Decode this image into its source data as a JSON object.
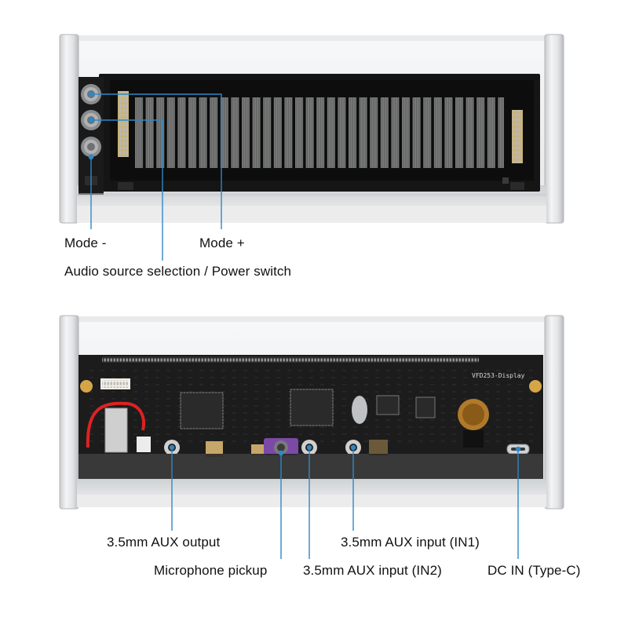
{
  "colors": {
    "callout_line": "#2f88c6",
    "callout_dot": "#2f88c6",
    "background": "#ffffff",
    "display_glow": "#8f9190",
    "pcb_dark": "#1b1b1b",
    "frame_silver": "#d8dadc"
  },
  "top_view": {
    "labels": {
      "mode_minus": "Mode -",
      "mode_plus": "Mode +",
      "audio_source": "Audio source selection / Power switch"
    }
  },
  "bottom_view": {
    "board_name": "VFD253-Display",
    "labels": {
      "aux_output": "3.5mm AUX output",
      "microphone": "Microphone pickup",
      "aux_in2": "3.5mm AUX input (IN2)",
      "aux_in1": "3.5mm AUX input (IN1)",
      "dc_in": "DC IN (Type-C)"
    }
  }
}
